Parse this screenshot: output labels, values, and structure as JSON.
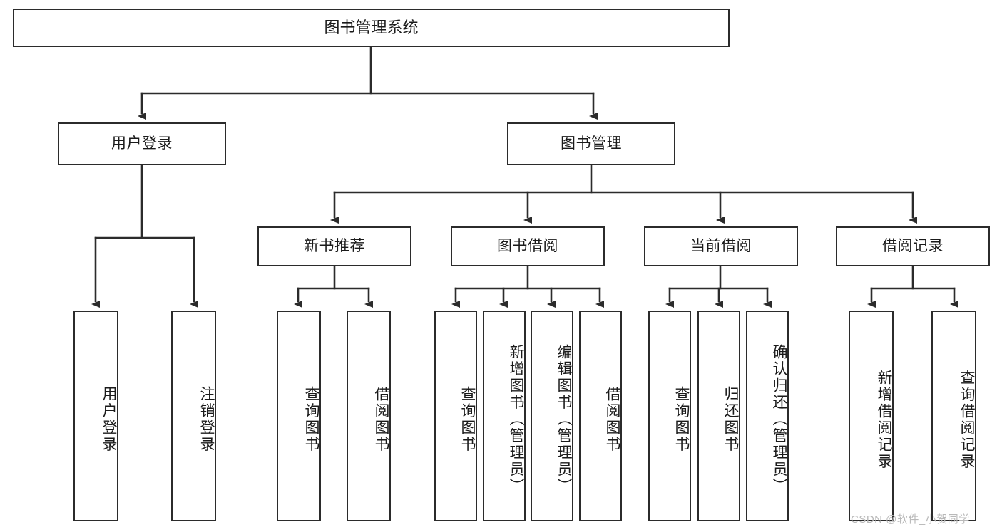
{
  "diagram": {
    "type": "hierarchy-tree",
    "title": "图书管理系统",
    "orientation": "top-down",
    "colors": {
      "box_border": "#2b2b2b",
      "box_fill": "#ffffff",
      "line": "#2b2b2b",
      "text": "#1a1a1a",
      "watermark": "#b9b9b9",
      "background": "#ffffff"
    },
    "root": {
      "label": "图书管理系统"
    },
    "level2": [
      {
        "id": "user-login",
        "label": "用户登录"
      },
      {
        "id": "book-manage",
        "label": "图书管理"
      }
    ],
    "level3": [
      {
        "id": "new-book-recommend",
        "label": "新书推荐"
      },
      {
        "id": "book-borrow",
        "label": "图书借阅"
      },
      {
        "id": "current-borrow",
        "label": "当前借阅"
      },
      {
        "id": "borrow-record",
        "label": "借阅记录"
      }
    ],
    "leaves": {
      "user_login": [
        {
          "id": "leaf-user-login",
          "label": "用户登录"
        },
        {
          "id": "leaf-logout",
          "label": "注销登录"
        }
      ],
      "new_book_recommend": [
        {
          "id": "leaf-query-book-1",
          "label": "查询图书"
        },
        {
          "id": "leaf-borrow-book-1",
          "label": "借阅图书"
        }
      ],
      "book_borrow": [
        {
          "id": "leaf-query-book-2",
          "label": "查询图书"
        },
        {
          "id": "leaf-add-book",
          "label": "新增图书（管理员）"
        },
        {
          "id": "leaf-edit-book",
          "label": "编辑图书（管理员）"
        },
        {
          "id": "leaf-borrow-book-2",
          "label": "借阅图书"
        }
      ],
      "current_borrow": [
        {
          "id": "leaf-query-book-3",
          "label": "查询图书"
        },
        {
          "id": "leaf-return-book",
          "label": "归还图书"
        },
        {
          "id": "leaf-confirm-return",
          "label": "确认归还（管理员）"
        }
      ],
      "borrow_record": [
        {
          "id": "leaf-add-record",
          "label": "新增借阅记录"
        },
        {
          "id": "leaf-query-record",
          "label": "查询借阅记录"
        }
      ]
    }
  },
  "watermark": {
    "text": "CSDN @软件_小贺同学"
  }
}
